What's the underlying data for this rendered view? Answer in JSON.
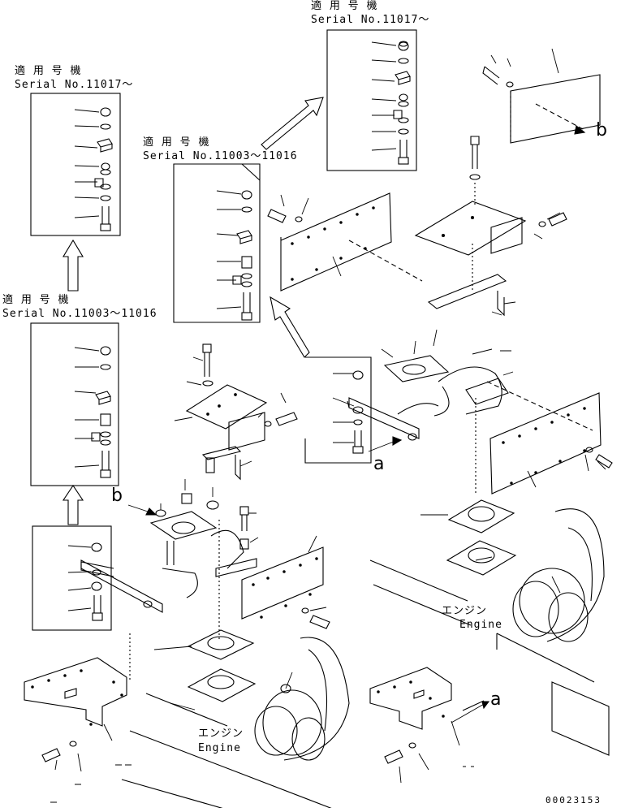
{
  "callouts": {
    "top_right": {
      "title": "適 用 号 機",
      "serial": "Serial No.11017～"
    },
    "top_left": {
      "title": "適 用 号 機",
      "serial": "Serial No.11017～"
    },
    "middle": {
      "title": "適 用 号 機",
      "serial": "Serial No.11003～11016"
    },
    "left_middle": {
      "title": "適 用 号 機",
      "serial": "Serial No.11003～11016"
    }
  },
  "view_labels": {
    "a": "a",
    "b": "b"
  },
  "engine_labels": {
    "left": {
      "jp": "エンジン",
      "en": "Engine"
    },
    "right": {
      "jp": "エンジン",
      "en": "Engine"
    }
  },
  "drawing_code": "00023153"
}
